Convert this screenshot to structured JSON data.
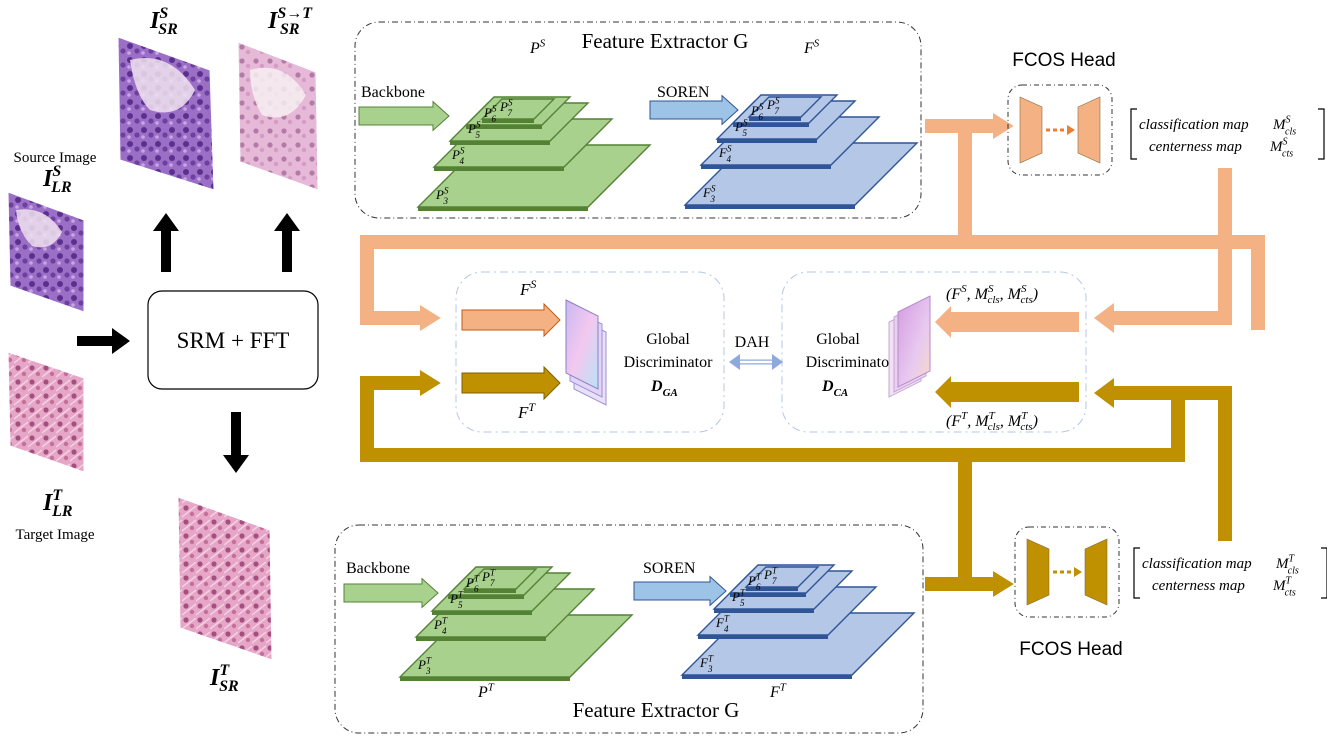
{
  "images": {
    "i_sr_s": {
      "base": "I",
      "sub": "SR",
      "sup": "S"
    },
    "i_sr_st": {
      "base": "I",
      "sub": "SR",
      "sup": "S→T"
    },
    "i_lr_s": {
      "base": "I",
      "sub": "LR",
      "sup": "S"
    },
    "i_lr_t": {
      "base": "I",
      "sub": "LR",
      "sup": "T"
    },
    "i_sr_t": {
      "base": "I",
      "sub": "SR",
      "sup": "T"
    },
    "source_caption": "Source Image",
    "target_caption": "Target Image"
  },
  "srm_label": "SRM + FFT",
  "extractor_top": {
    "title": "Feature Extractor G",
    "backbone": "Backbone",
    "soren": "SOREN",
    "p_label": {
      "base": "P",
      "sup": "S"
    },
    "f_label": {
      "base": "F",
      "sup": "S"
    },
    "p_levels": [
      {
        "b": "P",
        "s": "7",
        "p": "S"
      },
      {
        "b": "P",
        "s": "6",
        "p": "S"
      },
      {
        "b": "P",
        "s": "5",
        "p": "S"
      },
      {
        "b": "P",
        "s": "4",
        "p": "S"
      },
      {
        "b": "P",
        "s": "3",
        "p": "S"
      }
    ],
    "f_levels": [
      {
        "b": "P",
        "s": "7",
        "p": "S"
      },
      {
        "b": "P",
        "s": "6",
        "p": "S"
      },
      {
        "b": "P",
        "s": "5",
        "p": "S"
      },
      {
        "b": "F",
        "s": "4",
        "p": "S"
      },
      {
        "b": "F",
        "s": "3",
        "p": "S"
      }
    ]
  },
  "extractor_bottom": {
    "title": "Feature Extractor G",
    "backbone": "Backbone",
    "soren": "SOREN",
    "p_label": {
      "base": "P",
      "sup": "T"
    },
    "f_label": {
      "base": "F",
      "sup": "T"
    },
    "p_levels": [
      {
        "b": "P",
        "s": "7",
        "p": "T"
      },
      {
        "b": "P",
        "s": "6",
        "p": "T"
      },
      {
        "b": "P",
        "s": "5",
        "p": "T"
      },
      {
        "b": "P",
        "s": "4",
        "p": "T"
      },
      {
        "b": "P",
        "s": "3",
        "p": "T"
      }
    ],
    "f_levels": [
      {
        "b": "P",
        "s": "7",
        "p": "T"
      },
      {
        "b": "P",
        "s": "6",
        "p": "T"
      },
      {
        "b": "P",
        "s": "5",
        "p": "T"
      },
      {
        "b": "F",
        "s": "4",
        "p": "T"
      },
      {
        "b": "F",
        "s": "3",
        "p": "T"
      }
    ]
  },
  "fcos_top": {
    "title": "FCOS Head",
    "line1": "classification map",
    "line2": "centerness map",
    "m1": {
      "b": "M",
      "s": "cls",
      "p": "S"
    },
    "m2": {
      "b": "M",
      "s": "cts",
      "p": "S"
    }
  },
  "fcos_bottom": {
    "title": "FCOS Head",
    "line1": "classification map",
    "line2": "centerness map",
    "m1": {
      "b": "M",
      "s": "cls",
      "p": "T"
    },
    "m2": {
      "b": "M",
      "s": "cts",
      "p": "T"
    }
  },
  "global_disc": {
    "line1": "Global",
    "line2": "Discriminator",
    "sym": {
      "b": "D",
      "s": "GA"
    },
    "in_top": {
      "b": "F",
      "p": "S"
    },
    "in_bottom": {
      "b": "F",
      "p": "T"
    }
  },
  "dah_label": "DAH",
  "class_disc": {
    "line1": "Global",
    "line2": "Discriminator",
    "sym": {
      "b": "D",
      "s": "CA"
    },
    "in_top": {
      "f": {
        "b": "F",
        "p": "S"
      },
      "m1": {
        "b": "M",
        "s": "cls",
        "p": "S"
      },
      "m2": {
        "b": "M",
        "s": "cts",
        "p": "S"
      }
    },
    "in_bottom": {
      "f": {
        "b": "F",
        "p": "T"
      },
      "m1": {
        "b": "M",
        "s": "cls",
        "p": "T"
      },
      "m2": {
        "b": "M",
        "s": "cts",
        "p": "T"
      }
    }
  },
  "colors": {
    "source_flow": "#f4b183",
    "target_flow": "#bf9000",
    "backbone_green": "#a9d18e",
    "green_edge": "#548235",
    "soren_blue": "#9dc3e6",
    "feature_blue": "#b4c7e7",
    "blue_edge": "#2f5597",
    "fcos_orange": "#f4b183",
    "fcos_gold": "#bf9000",
    "dash_blue": "#b4c7e7"
  }
}
